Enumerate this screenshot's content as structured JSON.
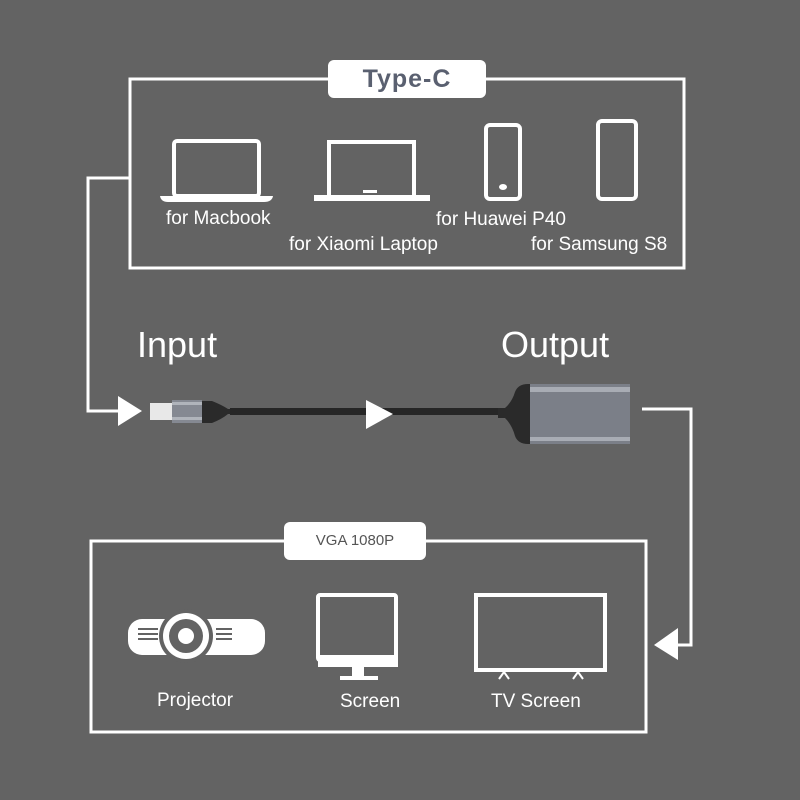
{
  "input_section": {
    "title": "Type-C",
    "devices": [
      {
        "label": "for Macbook",
        "icon": "laptop-icon"
      },
      {
        "label": "for Xiaomi Laptop",
        "icon": "laptop-icon"
      },
      {
        "label": "for Huawei P40",
        "icon": "phone-icon"
      },
      {
        "label": "for Samsung S8",
        "icon": "phone-icon"
      }
    ]
  },
  "adapter": {
    "input_label": "Input",
    "output_label": "Output"
  },
  "output_section": {
    "title": "VGA 1080P",
    "devices": [
      {
        "label": "Projector",
        "icon": "projector-icon"
      },
      {
        "label": "Screen",
        "icon": "monitor-icon"
      },
      {
        "label": "TV Screen",
        "icon": "tv-icon"
      }
    ]
  },
  "colors": {
    "background": "#636363",
    "lines": "#ffffff",
    "tag_text": "#5a6070",
    "adapter_body": "#7b7f88",
    "cable": "#222222"
  }
}
